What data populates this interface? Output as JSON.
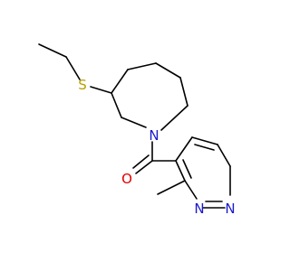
{
  "molecule": {
    "atoms": [
      {
        "id": "S1",
        "label": "S",
        "color": "#b8a100"
      },
      {
        "id": "N1",
        "label": "N",
        "color": "#1a1acc"
      },
      {
        "id": "O1",
        "label": "O",
        "color": "#e00000"
      },
      {
        "id": "N2",
        "label": "N",
        "color": "#1a1acc"
      },
      {
        "id": "N3",
        "label": "N",
        "color": "#1a1acc"
      }
    ],
    "bond_color": "#000000"
  }
}
